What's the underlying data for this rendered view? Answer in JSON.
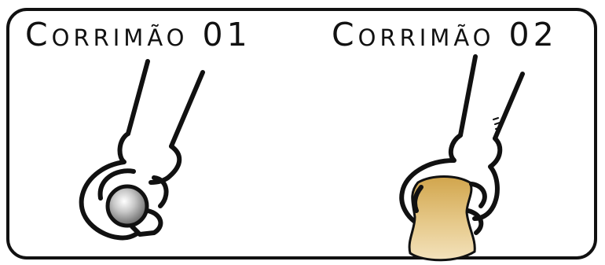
{
  "panels": [
    {
      "title": "Corrimão 01",
      "handrail_shape": "round",
      "handrail_color": "#b8b8b8"
    },
    {
      "title": "Corrimão 02",
      "handrail_shape": "shaped-profile",
      "handrail_color": "#d8b566"
    }
  ]
}
